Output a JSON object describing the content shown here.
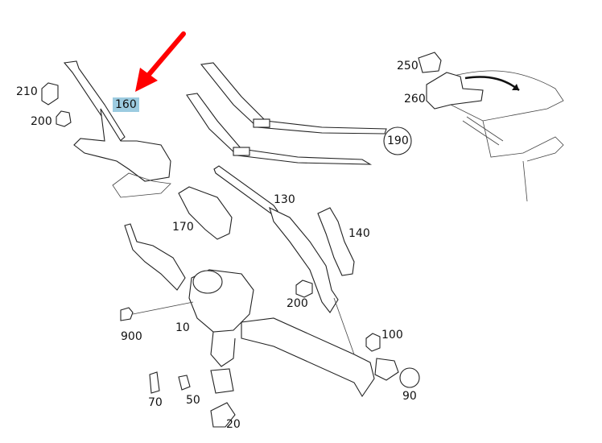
{
  "diagram": {
    "highlight_color": "#9ccbe0",
    "arrow_color": "#ff0000",
    "selected_part": "160",
    "labels": [
      {
        "id": "210",
        "text": "210"
      },
      {
        "id": "200a",
        "text": "200"
      },
      {
        "id": "160",
        "text": "160"
      },
      {
        "id": "250",
        "text": "250"
      },
      {
        "id": "260",
        "text": "260"
      },
      {
        "id": "190",
        "text": "190"
      },
      {
        "id": "130",
        "text": "130"
      },
      {
        "id": "170",
        "text": "170"
      },
      {
        "id": "140",
        "text": "140"
      },
      {
        "id": "200b",
        "text": "200"
      },
      {
        "id": "900",
        "text": "900"
      },
      {
        "id": "10",
        "text": "10"
      },
      {
        "id": "100",
        "text": "100"
      },
      {
        "id": "70",
        "text": "70"
      },
      {
        "id": "50",
        "text": "50"
      },
      {
        "id": "90",
        "text": "90"
      },
      {
        "id": "20",
        "text": "20"
      }
    ]
  }
}
